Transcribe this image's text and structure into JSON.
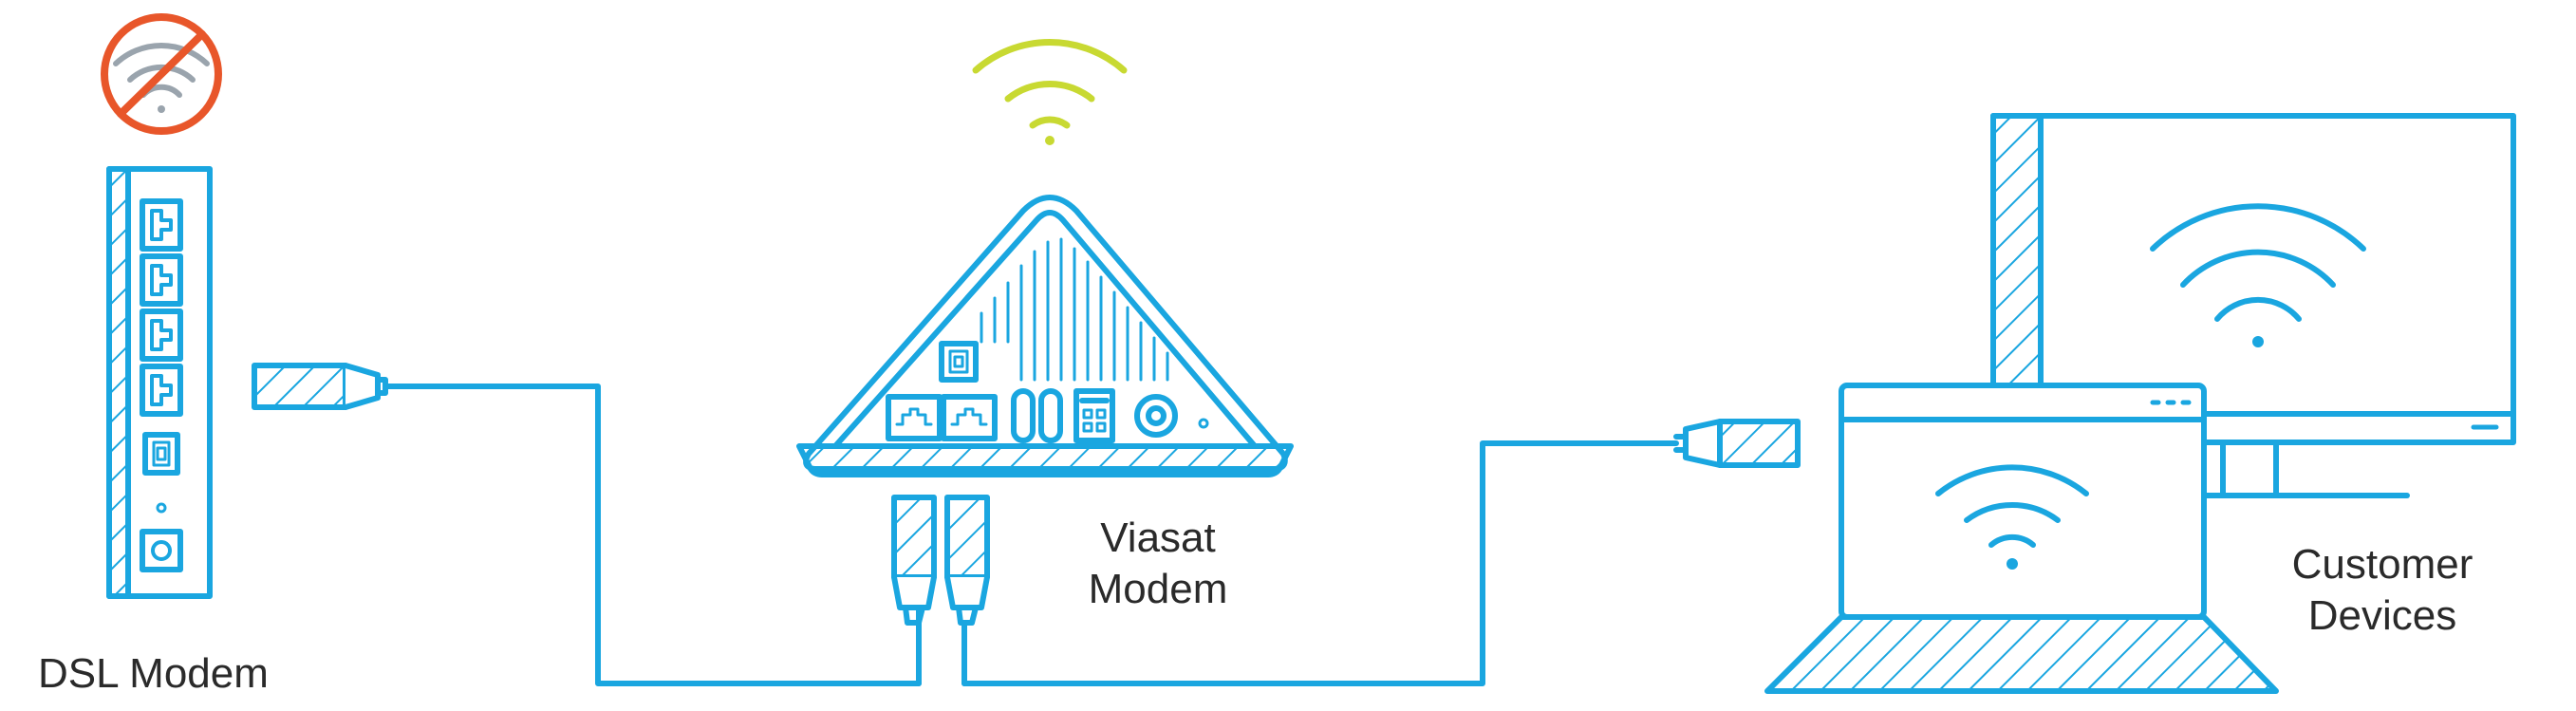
{
  "labels": {
    "dsl_modem": "DSL Modem",
    "viasat_modem_line1": "Viasat",
    "viasat_modem_line2": "Modem",
    "customer_devices_line1": "Customer",
    "customer_devices_line2": "Devices"
  },
  "colors": {
    "line": "#1aa6e0",
    "wifi_active": "#c8d932",
    "wifi_disabled": "#9aa4ad",
    "prohibited": "#e8562a",
    "text": "#2a2a2a"
  },
  "icons": {
    "dsl_wifi_status": "wifi-disabled-icon",
    "viasat_wifi_status": "wifi-active-icon",
    "device_wifi": "wifi-icon"
  }
}
